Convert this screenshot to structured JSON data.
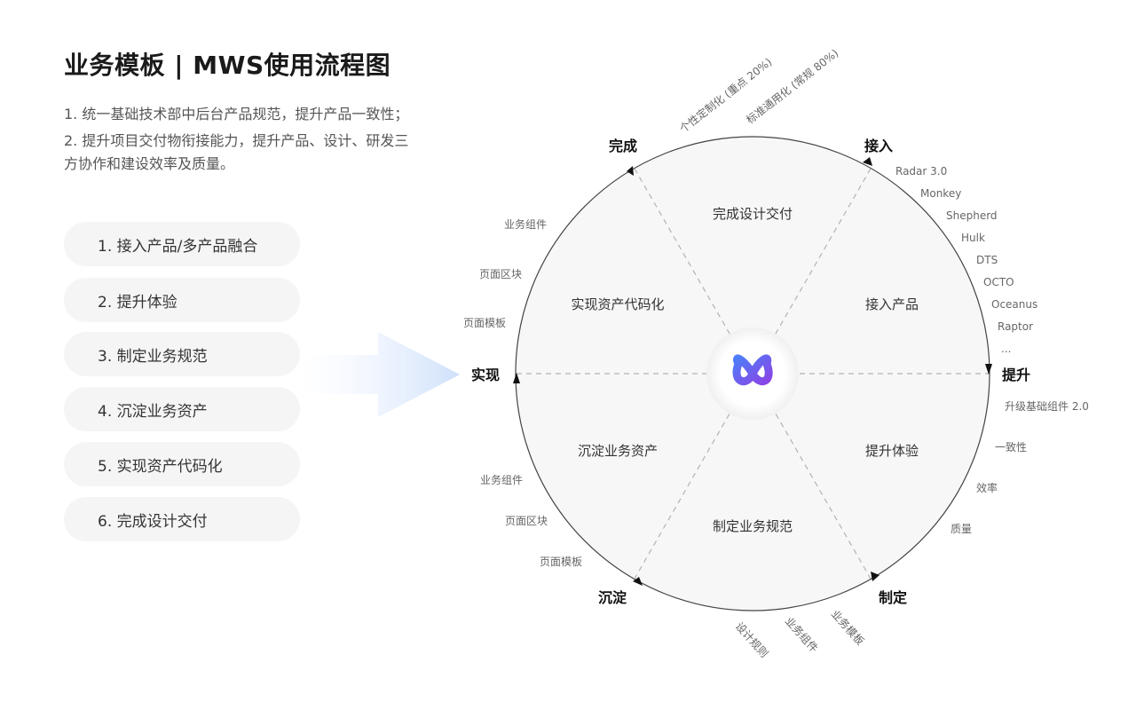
{
  "header": {
    "title": "业务模板 | MWS使用流程图",
    "desc_line1": "1. 统一基础技术部中后台产品规范，提升产品一致性；",
    "desc_line2": "2. 提升项目交付物衔接能力，提升产品、设计、研发三",
    "desc_line3": "方协作和建设效率及质量。"
  },
  "steps": [
    "1. 接入产品/多产品融合",
    "2. 提升体验",
    "3. 制定业务规范",
    "4. 沉淀业务资产",
    "5. 实现资产代码化",
    "6. 完成设计交付"
  ],
  "wheel": {
    "center_logo": "infinity-logo",
    "colors": {
      "fill": "#f7f7f7",
      "stroke": "#444444",
      "dash": "#b3b3b3",
      "logo_start": "#4f7cf7",
      "logo_end": "#8a45e6"
    },
    "corners": {
      "top_left": "完成",
      "top_right": "接入",
      "right": "提升",
      "bottom_right": "制定",
      "bottom_left": "沉淀",
      "left": "实现"
    },
    "sectors": {
      "top": "完成设计交付",
      "upper_right": "接入产品",
      "lower_right": "提升体验",
      "bottom": "制定业务规范",
      "lower_left": "沉淀业务资产",
      "upper_left": "实现资产代码化"
    },
    "top_notes": [
      "个性定制化 (重点 20%)",
      "标准通用化 (常规 80%)"
    ],
    "right_upper_list": [
      "Radar 3.0",
      "Monkey",
      "Shepherd",
      "Hulk",
      "DTS",
      "OCTO",
      "Oceanus",
      "Raptor",
      "..."
    ],
    "right_lower_list": [
      "升级基础组件 2.0",
      "一致性",
      "效率",
      "质量"
    ],
    "bottom_list": [
      "设计规则",
      "业务组件",
      "业务模板"
    ],
    "left_upper_list": [
      "业务组件",
      "页面区块",
      "页面模板"
    ],
    "left_lower_list": [
      "业务组件",
      "页面区块",
      "页面模板"
    ]
  }
}
